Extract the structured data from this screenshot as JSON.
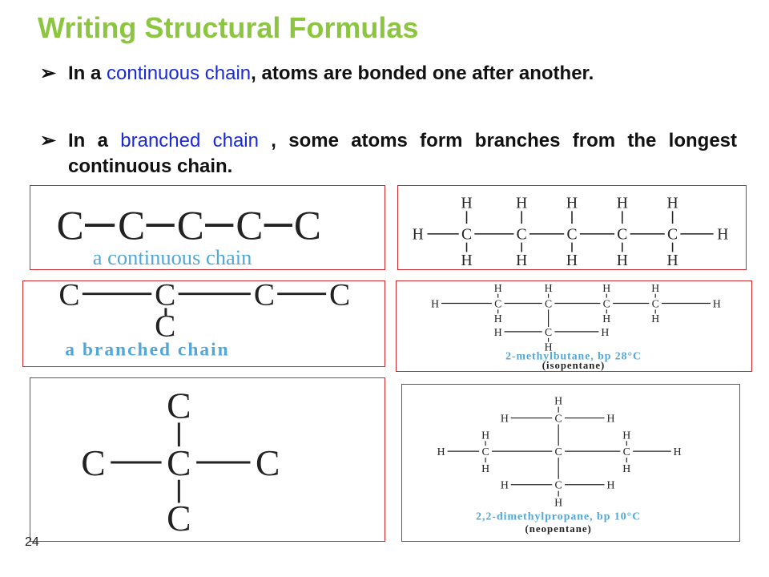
{
  "title": "Writing Structural Formulas",
  "bullets": [
    {
      "pre": "In a ",
      "highlight": "continuous chain",
      "post": ", atoms are bonded one after another."
    },
    {
      "pre": "In a ",
      "highlight": "branched chain",
      "post": " , some atoms form branches from the longest continuous chain."
    }
  ],
  "captions": {
    "continuous": "a continuous chain",
    "branched": "a branched chain",
    "methylbutane_name": "2-methylbutane, bp 28°C",
    "methylbutane_common": "(isopentane)",
    "dimethylpropane_name": "2,2-dimethylpropane, bp 10°C",
    "dimethylpropane_common": "(neopentane)"
  },
  "atoms": {
    "carbon": "C",
    "hydrogen": "H"
  },
  "page_number": "24",
  "colors": {
    "title": "#8cc63f",
    "highlight": "#1a2bd6",
    "border": "#c9282d",
    "caption": "#53a7d8"
  }
}
